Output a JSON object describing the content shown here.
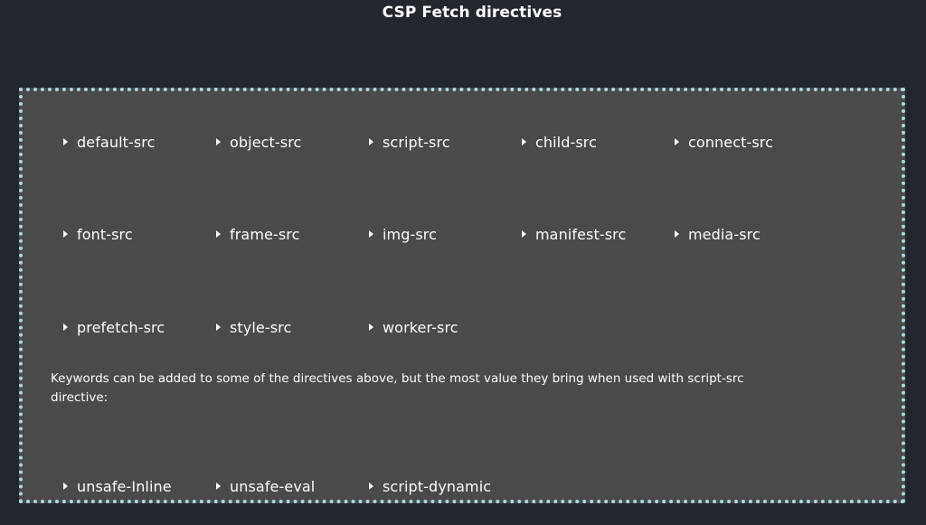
{
  "page": {
    "title": "CSP Fetch directives"
  },
  "directives": {
    "row1": [
      "default-src",
      "object-src",
      "script-src",
      "child-src",
      "connect-src"
    ],
    "row2": [
      "font-src",
      "frame-src",
      "img-src",
      "manifest-src",
      "media-src"
    ],
    "row3": [
      "prefetch-src",
      "style-src",
      "worker-src"
    ]
  },
  "note": {
    "text": "Keywords can be added to some of the directives above, but the most value they bring when used with script-src directive:"
  },
  "keywords": [
    "unsafe-Inline",
    "unsafe-eval",
    "script-dynamic"
  ],
  "colors": {
    "background": "#22262d",
    "panel": "#4b4a4a",
    "dotted_border": "#a9d9e6",
    "text": "#ffffff"
  }
}
